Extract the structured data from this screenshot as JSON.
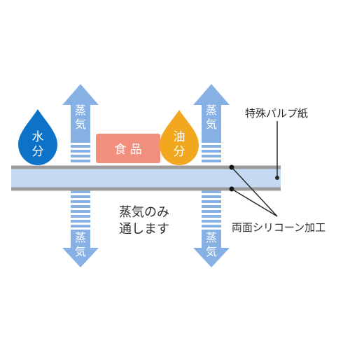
{
  "water_drop": {
    "lines": [
      "水",
      "分"
    ],
    "color": "#0D73C9"
  },
  "oil_drop": {
    "lines": [
      "油",
      "分"
    ],
    "color": "#F2A81E"
  },
  "food_box": {
    "label": "食 品",
    "color": "#F18E7C"
  },
  "steam_arrows": {
    "label_lines": [
      "蒸",
      "気"
    ],
    "color": "#87B1E5"
  },
  "paper": {
    "fill_color": "#C5D9F2",
    "edge_color": "#9C9C9C"
  },
  "center_text": {
    "line1": "蒸気のみ",
    "line2": "通します"
  },
  "callouts": {
    "paper": "特殊パルプ紙",
    "coating": "両面シリコーン加工"
  }
}
